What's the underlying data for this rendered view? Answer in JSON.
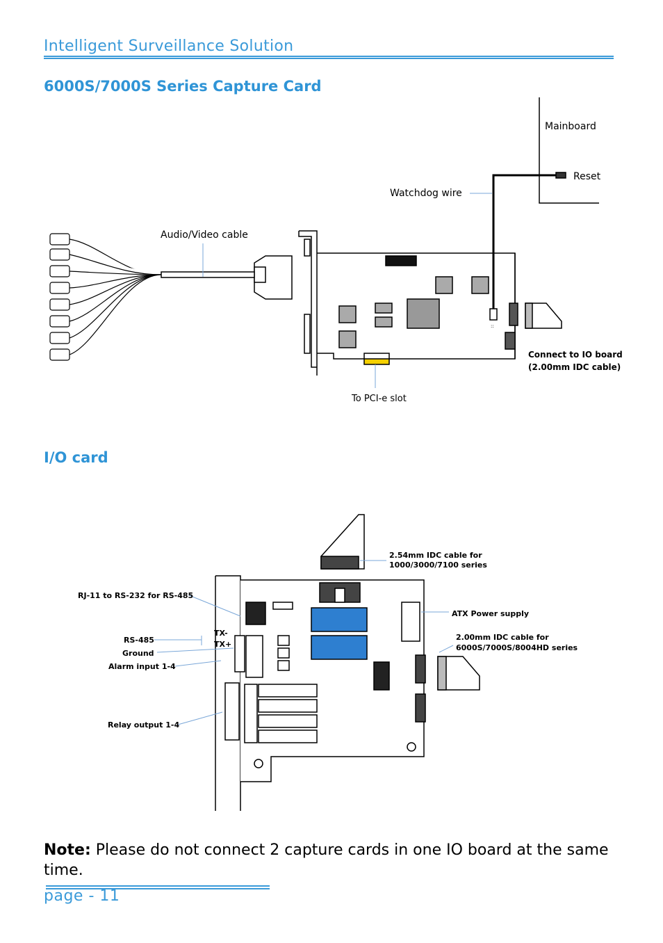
{
  "header": {
    "title": "Intelligent Surveillance Solution"
  },
  "sections": {
    "capture": {
      "title": "6000S/7000S Series Capture Card"
    },
    "io": {
      "title": "I/O card"
    }
  },
  "capture_diagram": {
    "mainboard": "Mainboard",
    "reset": "Reset",
    "watchdog": "Watchdog wire",
    "av_cable": "Audio/Video cable",
    "io_connect_1": "Connect to IO board",
    "io_connect_2": "(2.00mm IDC cable)",
    "pcie": "To PCI-e slot"
  },
  "io_diagram": {
    "idc254_1": "2.54mm IDC cable for",
    "idc254_2": "1000/3000/7100 series",
    "rj11": "RJ-11 to RS-232 for RS-485",
    "atx": "ATX Power supply",
    "idc200_1": "2.00mm IDC cable for",
    "idc200_2": "6000S/7000S/8004HD series",
    "rs485": "RS-485",
    "txm": "TX-",
    "txp": "TX+",
    "ground": "Ground",
    "alarm": "Alarm input 1-4",
    "relay": "Relay output 1-4"
  },
  "note": {
    "label": "Note:",
    "text": " Please do not connect 2 capture cards in one IO board at the same time."
  },
  "footer": {
    "page": "page - 11"
  },
  "colors": {
    "accent": "#3a9ad9",
    "heading": "#2f94d6",
    "dip": "#2e7fd0",
    "pcie_contact": "#f5d000"
  }
}
